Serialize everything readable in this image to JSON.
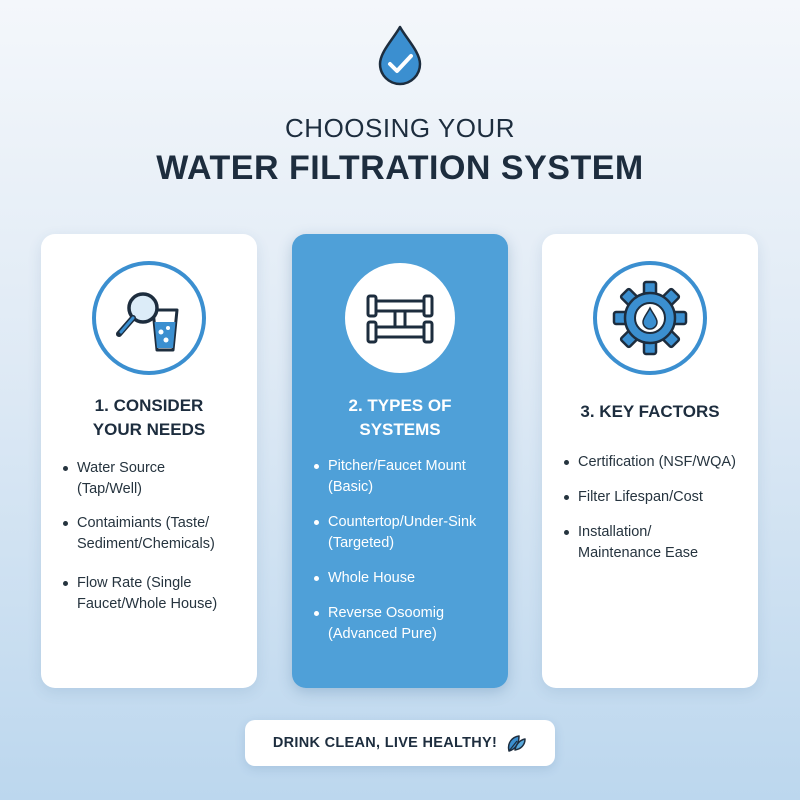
{
  "header": {
    "title_line1": "CHOOSING YOUR",
    "title_line2": "WATER FILTRATION SYSTEM",
    "icon": "water-drop-check-icon"
  },
  "colors": {
    "accent_blue": "#4fa0d8",
    "dark_navy": "#1d2d3e",
    "icon_blue": "#3b8fd0"
  },
  "cards": [
    {
      "title_line1": "1. CONSIDER",
      "title_line2": "YOUR NEEDS",
      "icon": "magnifier-water-glass-icon",
      "items": [
        [
          "Water Source",
          "(Tap/Well)"
        ],
        [
          "Contaimiants (Taste/",
          "Sediment/Chemicals)"
        ],
        [
          "Flow Rate (Single",
          "Faucet/Whole House)"
        ]
      ]
    },
    {
      "title_line1": "2. TYPES OF",
      "title_line2": "SYSTEMS",
      "icon": "pipes-icon",
      "items": [
        [
          "Pitcher/Faucet Mount",
          "(Basic)"
        ],
        [
          "Countertop/Under-Sink",
          "(Targeted)"
        ],
        [
          "Whole House"
        ],
        [
          "Reverse Osoomig",
          "(Advanced Pure)"
        ]
      ]
    },
    {
      "title_line1": "3. KEY FACTORS",
      "icon": "gear-water-drop-icon",
      "items": [
        [
          "Certification (NSF/WQA)"
        ],
        [
          "Filter Lifespan/Cost"
        ],
        [
          "Installation/",
          "Maintenance Ease"
        ]
      ]
    }
  ],
  "footer": {
    "tagline": "DRINK CLEAN, LIVE HEALTHY!",
    "icon": "leaf-icon"
  }
}
